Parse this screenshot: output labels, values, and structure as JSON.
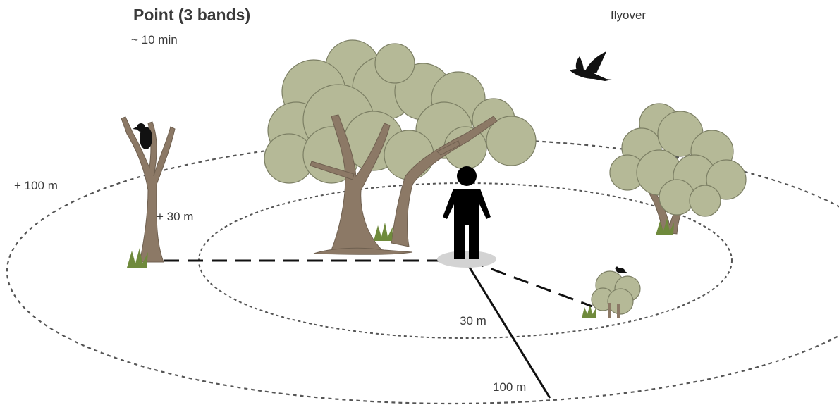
{
  "title": "Point (3 bands)",
  "duration": "~ 10 min",
  "labels": {
    "flyover": "flyover",
    "outer_band": "+ 100 m",
    "inner_band": "+ 30 m",
    "inner_radius": "30 m",
    "outer_radius": "100 m"
  },
  "colors": {
    "text": "#3a3a3a",
    "foliage": "#b5b997",
    "foliage_outline": "#7c7f64",
    "trunk": "#8c7966",
    "grass": "#6f8a3c",
    "silhouette": "#000000",
    "ring": "#555555"
  },
  "icons": [
    "observer-icon",
    "bird-perched-icon",
    "bird-flying-icon",
    "small-bird-icon",
    "tree-icon",
    "dead-tree-icon",
    "shrub-icon",
    "grass-icon"
  ]
}
